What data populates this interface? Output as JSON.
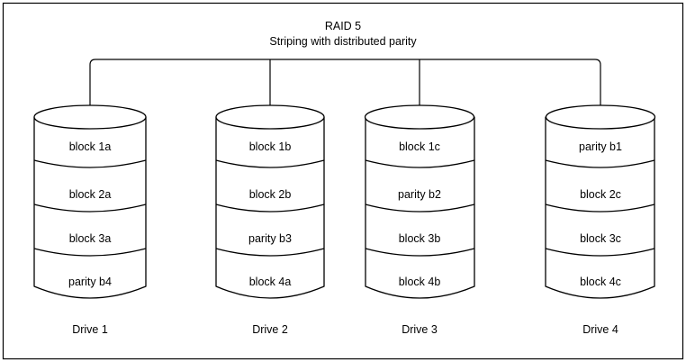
{
  "diagram": {
    "title_line1": "RAID 5",
    "title_line2": "Striping with distributed parity",
    "frame_color": "#000000",
    "background_color": "#ffffff",
    "stroke_color": "#000000",
    "drives": [
      {
        "label": "Drive 1",
        "blocks": [
          "block 1a",
          "block 2a",
          "block 3a",
          "parity b4"
        ]
      },
      {
        "label": "Drive 2",
        "blocks": [
          "block 1b",
          "block 2b",
          "parity b3",
          "block 4a"
        ]
      },
      {
        "label": "Drive 3",
        "blocks": [
          "block 1c",
          "parity b2",
          "block 3b",
          "block 4b"
        ]
      },
      {
        "label": "Drive 4",
        "blocks": [
          "parity b1",
          "block 2c",
          "block 3c",
          "block 4c"
        ]
      }
    ]
  }
}
